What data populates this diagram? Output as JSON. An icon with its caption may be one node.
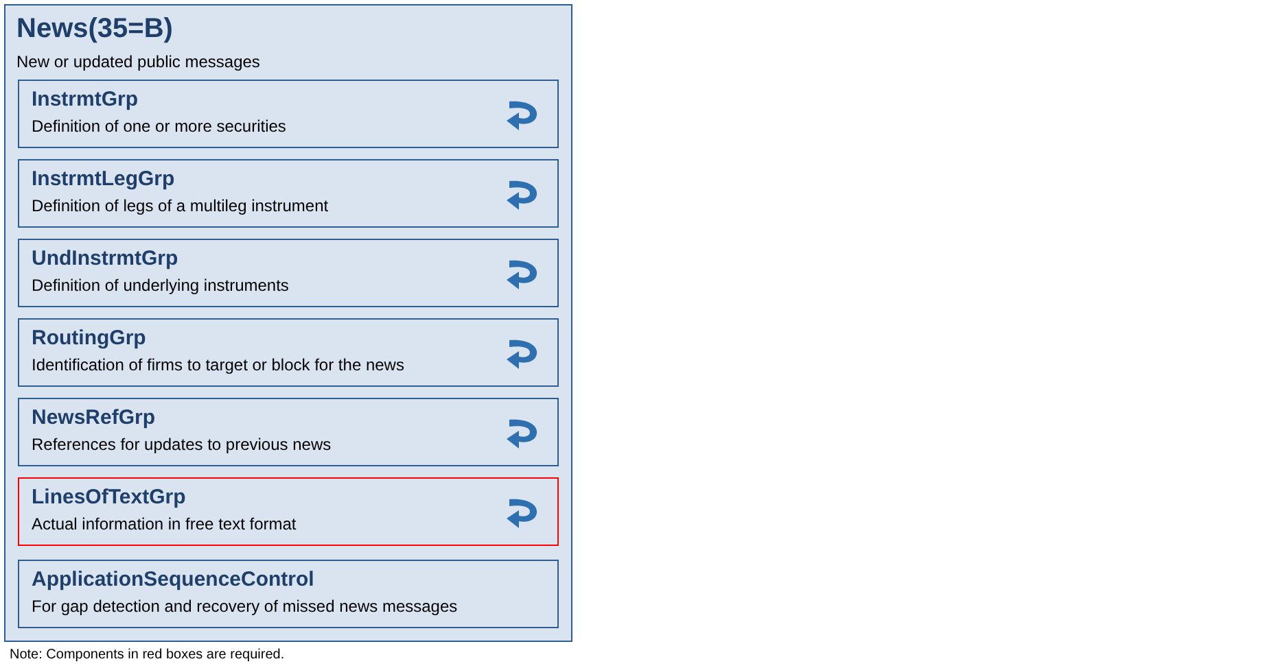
{
  "diagram": {
    "nodes": [
      {
        "text": [
          "News(35=B)",
          "New or updated public messages"
        ]
      },
      {
        "text": [
          "InstrmtGrp",
          "Definition of one or more securities"
        ],
        "in": 0
      },
      {
        "text": [
          "InstrmtLegGrp",
          "Definition of legs of a multileg instrument"
        ],
        "in": 0
      },
      {
        "text": [
          "UndInstrmtGrp",
          "Definition of underlying instruments"
        ],
        "in": 0
      },
      {
        "text": [
          "RoutingGrp",
          "Identification of firms to target or block for the news"
        ],
        "in": 0
      },
      {
        "text": [
          "NewsRefGrp",
          "References for updates to previous news"
        ],
        "in": 0
      },
      {
        "text": [
          "LinesOfTextGrp",
          "Actual information in free text format"
        ],
        "in": 0
      },
      {
        "text": [
          "ApplicationSequenceControl",
          "For gap detection and recovery of missed news messages"
        ],
        "in": 0
      }
    ],
    "edges": [],
    "labels": [
      "Note: Components in red boxes are required."
    ]
  }
}
